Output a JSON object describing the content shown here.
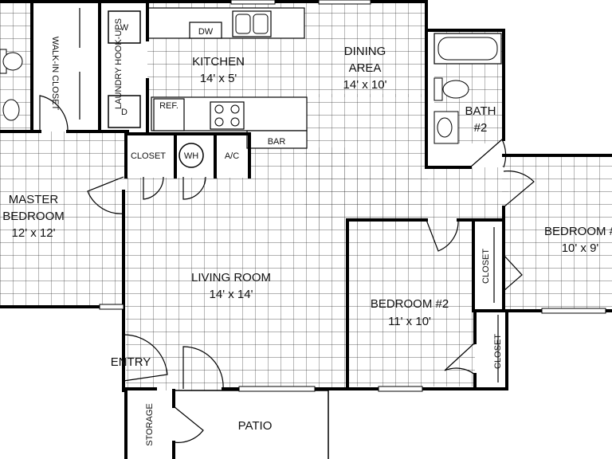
{
  "rooms": {
    "walk_in_closet": "WALK-IN CLOSET",
    "laundry": "LAUNDRY HOOK-UPS",
    "washer": "W",
    "dryer": "D",
    "dishwasher": "DW",
    "kitchen_name": "KITCHEN",
    "kitchen_size": "14' x 5'",
    "dining_name_1": "DINING",
    "dining_name_2": "AREA",
    "dining_size": "14' x 10'",
    "bath2_name": "BATH",
    "bath2_num": "#2",
    "refrigerator": "REF.",
    "bar": "BAR",
    "closet": "CLOSET",
    "water_heater": "WH",
    "ac": "A/C",
    "master_name_1": "MASTER",
    "master_name_2": "BEDROOM",
    "master_size": "12' x 12'",
    "living_name": "LIVING ROOM",
    "living_size": "14' x 14'",
    "bedroom2_name": "BEDROOM #2",
    "bedroom2_size": "11' x 10'",
    "bedroom3_name": "BEDROOM #",
    "bedroom3_size": "10' x 9'",
    "bed2_closet": "CLOSET",
    "bed3_closet": "CLOSET",
    "entry": "ENTRY",
    "storage": "STORAGE",
    "patio": "PATIO"
  },
  "colors": {
    "wall": "#000000",
    "grid": "#333333",
    "background": "#ffffff"
  }
}
